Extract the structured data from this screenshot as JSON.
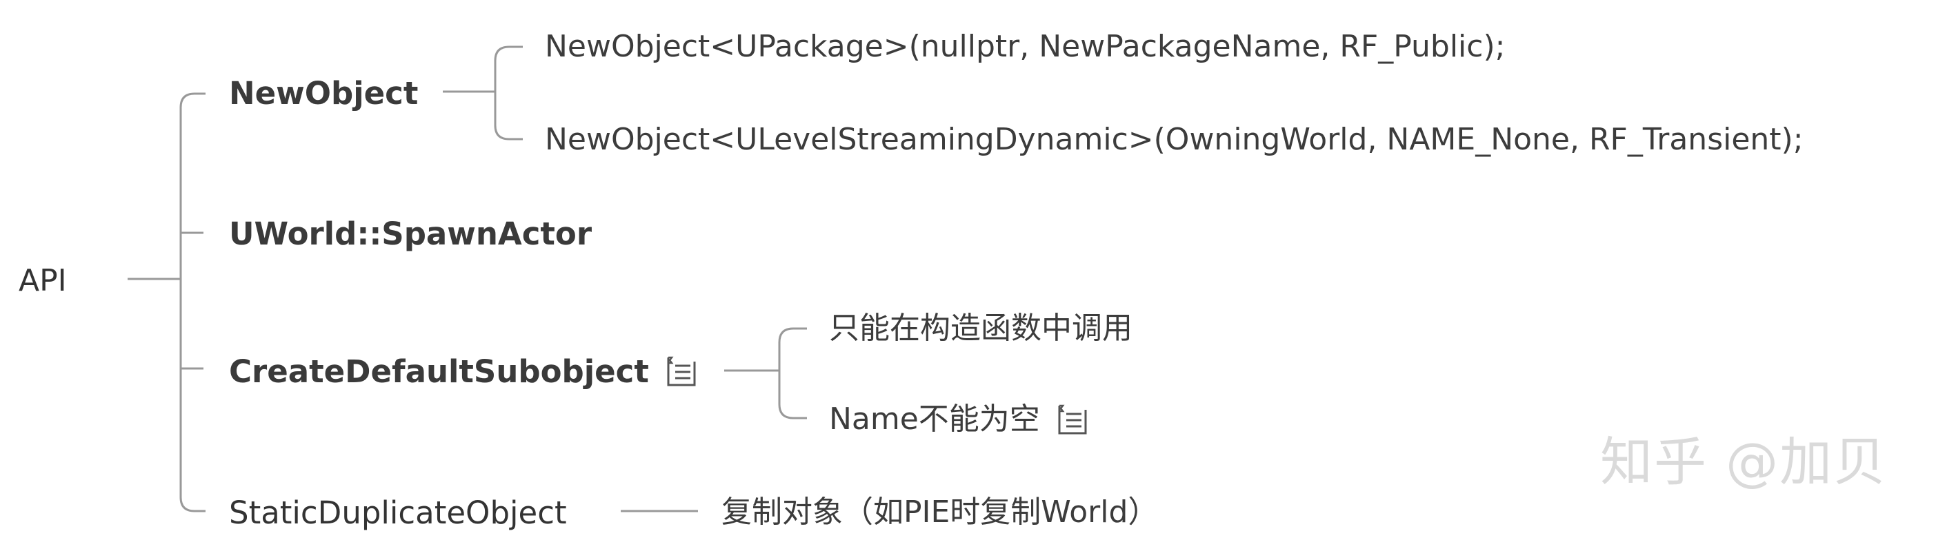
{
  "root": {
    "label": "API"
  },
  "branches": [
    {
      "label": "NewObject",
      "bold": true,
      "children": [
        {
          "label": "NewObject<UPackage>(nullptr, NewPackageName, RF_Public);"
        },
        {
          "label": "NewObject<ULevelStreamingDynamic>(OwningWorld, NAME_None, RF_Transient);"
        }
      ]
    },
    {
      "label": "UWorld::SpawnActor",
      "bold": true
    },
    {
      "label": "CreateDefaultSubobject",
      "bold": true,
      "note_icon": "note-icon",
      "children": [
        {
          "label": "只能在构造函数中调用"
        },
        {
          "label": "Name不能为空",
          "note_icon": "note-icon"
        }
      ]
    },
    {
      "label": "StaticDuplicateObject",
      "bold": false,
      "children": [
        {
          "label": "复制对象（如PIE时复制World）"
        }
      ]
    }
  ],
  "watermark": "知乎 @加贝",
  "colors": {
    "line": "#999999",
    "text": "#333333",
    "watermark": "#dadada"
  }
}
